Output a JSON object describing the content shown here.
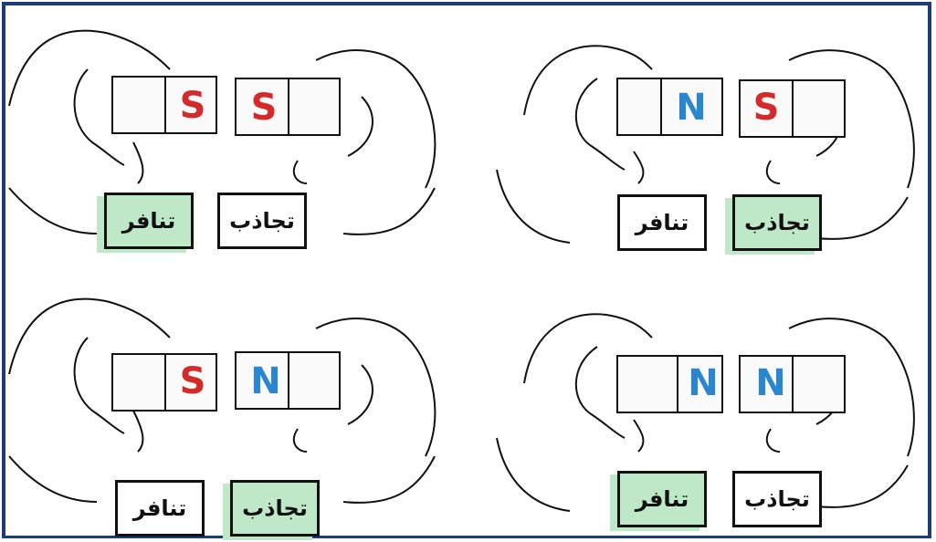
{
  "panels": [
    {
      "id": "top-right",
      "left_pole": {
        "letter": "N",
        "color": "#2a86cf"
      },
      "right_pole": {
        "letter": "S",
        "color": "#d42a2a"
      },
      "options": [
        {
          "label": "تنافر",
          "selected": false
        },
        {
          "label": "تجاذب",
          "selected": true
        }
      ]
    },
    {
      "id": "top-left",
      "left_pole": {
        "letter": "S",
        "color": "#d42a2a"
      },
      "right_pole": {
        "letter": "S",
        "color": "#d42a2a"
      },
      "options": [
        {
          "label": "تنافر",
          "selected": true
        },
        {
          "label": "تجاذب",
          "selected": false
        }
      ]
    },
    {
      "id": "bottom-right",
      "left_pole": {
        "letter": "N",
        "color": "#2a86cf"
      },
      "right_pole": {
        "letter": "N",
        "color": "#2a86cf"
      },
      "options": [
        {
          "label": "تنافر",
          "selected": true
        },
        {
          "label": "تجاذب",
          "selected": false
        }
      ]
    },
    {
      "id": "bottom-left",
      "left_pole": {
        "letter": "S",
        "color": "#d42a2a"
      },
      "right_pole": {
        "letter": "N",
        "color": "#2a86cf"
      },
      "options": [
        {
          "label": "تنافر",
          "selected": false
        },
        {
          "label": "تجاذب",
          "selected": true
        }
      ]
    }
  ],
  "colors": {
    "frame": "#1d3d7a",
    "highlight": "#bfe8c9",
    "south": "#d42a2a",
    "north": "#2a86cf"
  }
}
